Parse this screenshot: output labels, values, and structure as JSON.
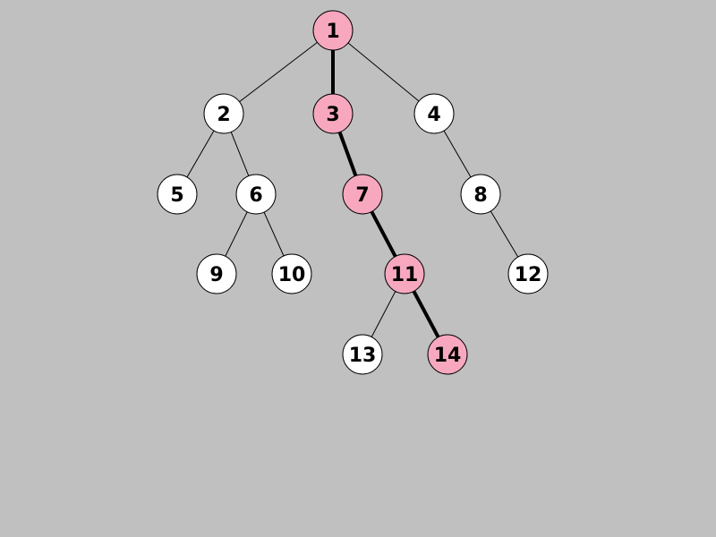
{
  "colors": {
    "background": "#c0c0c0",
    "node_default": "#ffffff",
    "node_highlight": "#f7a8bf",
    "stroke": "#000000"
  },
  "nodes": [
    {
      "id": "1",
      "label": "1",
      "highlight": true
    },
    {
      "id": "2",
      "label": "2",
      "highlight": false
    },
    {
      "id": "3",
      "label": "3",
      "highlight": true
    },
    {
      "id": "4",
      "label": "4",
      "highlight": false
    },
    {
      "id": "5",
      "label": "5",
      "highlight": false
    },
    {
      "id": "6",
      "label": "6",
      "highlight": false
    },
    {
      "id": "7",
      "label": "7",
      "highlight": true
    },
    {
      "id": "8",
      "label": "8",
      "highlight": false
    },
    {
      "id": "9",
      "label": "9",
      "highlight": false
    },
    {
      "id": "10",
      "label": "10",
      "highlight": false
    },
    {
      "id": "11",
      "label": "11",
      "highlight": true
    },
    {
      "id": "12",
      "label": "12",
      "highlight": false
    },
    {
      "id": "13",
      "label": "13",
      "highlight": false
    },
    {
      "id": "14",
      "label": "14",
      "highlight": true
    }
  ],
  "edges": [
    {
      "from": "1",
      "to": "2",
      "highlight": false
    },
    {
      "from": "1",
      "to": "3",
      "highlight": true
    },
    {
      "from": "1",
      "to": "4",
      "highlight": false
    },
    {
      "from": "2",
      "to": "5",
      "highlight": false
    },
    {
      "from": "2",
      "to": "6",
      "highlight": false
    },
    {
      "from": "3",
      "to": "7",
      "highlight": true
    },
    {
      "from": "4",
      "to": "8",
      "highlight": false
    },
    {
      "from": "6",
      "to": "9",
      "highlight": false
    },
    {
      "from": "6",
      "to": "10",
      "highlight": false
    },
    {
      "from": "7",
      "to": "11",
      "highlight": true
    },
    {
      "from": "8",
      "to": "12",
      "highlight": false
    },
    {
      "from": "11",
      "to": "13",
      "highlight": false
    },
    {
      "from": "11",
      "to": "14",
      "highlight": true
    }
  ]
}
